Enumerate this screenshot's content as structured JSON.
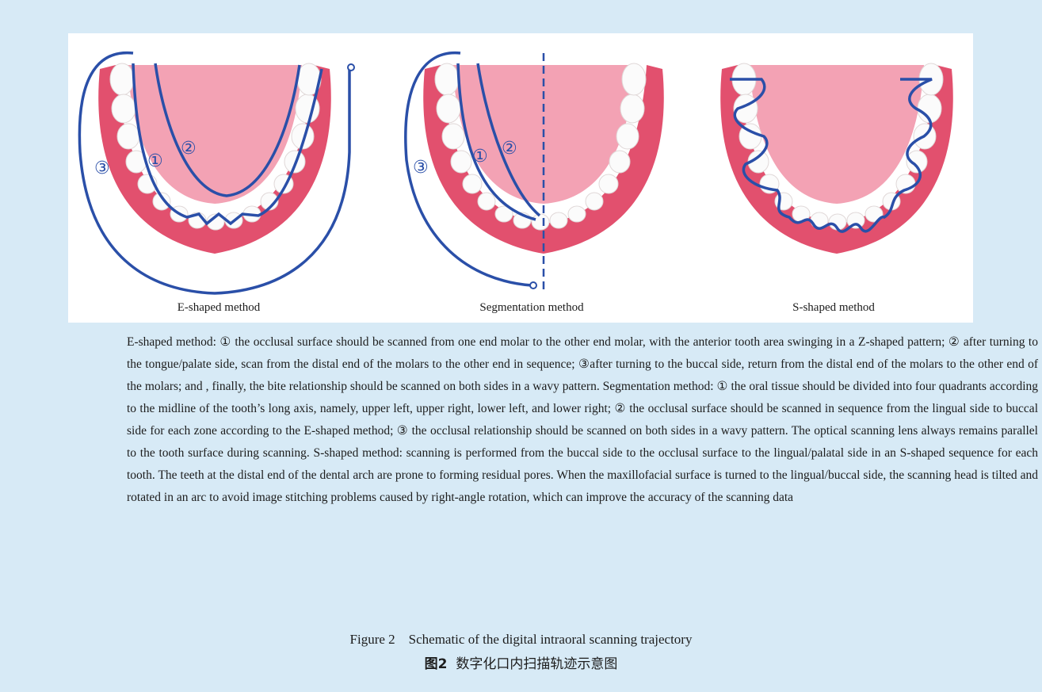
{
  "panels": [
    {
      "label": "E-shaped method",
      "markers": [
        "①",
        "②",
        "③"
      ]
    },
    {
      "label": "Segmentation method",
      "markers": [
        "①",
        "②",
        "③"
      ]
    },
    {
      "label": "S-shaped method",
      "markers": []
    }
  ],
  "caption": "E-shaped method: ① the occlusal surface should be scanned from one end molar to the other end molar, with the anterior tooth area swinging in a Z-shaped pattern; ② after turning to the tongue/palate side, scan from the distal end of the molars to the other end in sequence; ③after turning to the buccal side, return from the distal end of the molars to the other end of the molars; and , finally, the bite relationship should be scanned on both sides in a wavy pattern. Segmentation method: ① the oral tissue should be divided into four quadrants according to the midline of the tooth’s long axis, namely, upper left, upper right, lower left, and lower right; ② the occlusal surface should be scanned in sequence from the lingual side to buccal side for each zone according to the E-shaped method; ③ the occlusal relationship should be scanned on both sides in a wavy pattern. The optical scanning lens always remains parallel to the tooth surface during scanning. S-shaped method: scanning is performed from the buccal side to the occlusal surface to the lingual/palatal side in an S-shaped sequence for each tooth. The teeth at the distal end of the dental arch are prone to forming residual pores. When the maxillofacial surface is turned to the lingual/buccal side, the scanning head is tilted and rotated in an arc to avoid image stitching problems caused by right-angle rotation, which can improve the accuracy of the scanning data",
  "figure_title_en": "Figure 2　Schematic of the digital intraoral scanning trajectory",
  "figure_title_zh_label": "图2",
  "figure_title_zh_text": "数字化口内扫描轨迹示意图",
  "colors": {
    "background": "#d7eaf6",
    "trajectory": "#2a4fa8",
    "gum": "#e2506e",
    "palate": "#f0a0b0",
    "tooth": "#ffffff"
  }
}
